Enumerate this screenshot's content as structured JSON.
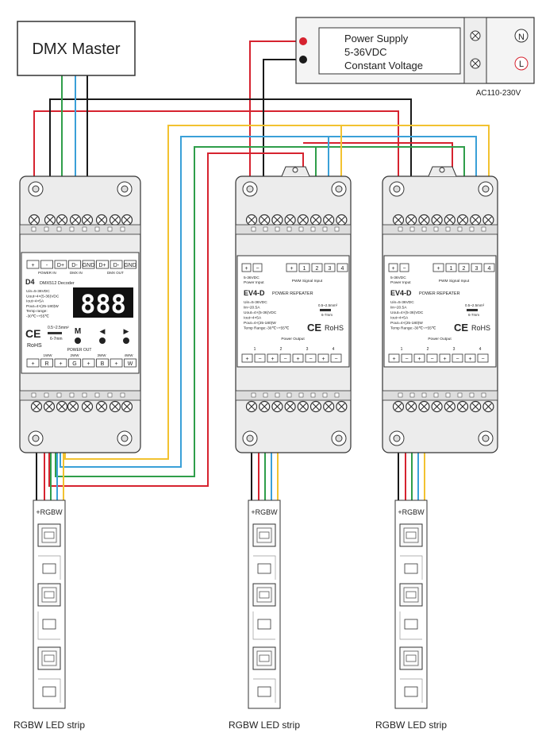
{
  "colors": {
    "red": "#d6232f",
    "black": "#1a1a1a",
    "green": "#2f9e4a",
    "blue": "#3aa0d8",
    "yellow": "#f2c230",
    "body": "#ececec",
    "outline": "#333333"
  },
  "dmx_master": {
    "label": "DMX Master"
  },
  "power_supply": {
    "line1": "Power Supply",
    "line2": "5-36VDC",
    "line3": "Constant Voltage",
    "terminal_n": "N",
    "terminal_l": "L",
    "ac_label": "AC110-230V"
  },
  "decoder": {
    "top_labels": [
      "+",
      "-",
      "D+",
      "D-",
      "GND",
      "D+",
      "D-",
      "GND"
    ],
    "power_in": "POWER IN",
    "dmx_in": "DMX IN",
    "dmx_out": "DMX OUT",
    "model": "D4",
    "model_desc": "DMX512 Decoder",
    "display": "888",
    "specs": [
      "Uin=5-36VDC",
      "Uout=4×(5-36)VDC",
      "Iout=4×5A",
      "Pout=4×(25-180)W",
      "Temp range:",
      "-30℃~+55℃"
    ],
    "ce": "CE",
    "rohs": "RoHS",
    "wire_spec": "0.5~2.5mm²",
    "strip_len": "6-7mm",
    "buttons": [
      "M",
      "◀",
      "▶"
    ],
    "power_out": "POWER OUT",
    "channels": [
      "1WW",
      "2WW",
      "3WW",
      "4WW"
    ],
    "bottom_labels": [
      "+",
      "R",
      "+",
      "G",
      "+",
      "B",
      "+",
      "W"
    ]
  },
  "repeaters": [
    {
      "power_labels": [
        "+",
        "−"
      ],
      "power_input": "5-36VDC",
      "power_input2": "Power Input",
      "pwm_labels": [
        "+",
        "1",
        "2",
        "3",
        "4"
      ],
      "pwm_input": "PWM Signal Input",
      "model": "EV4-D",
      "model_desc": "POWER REPEATER",
      "specs": [
        "Uin=5-36VDC",
        "Iin=20.5A",
        "Uout=4×(5-36)VDC",
        "Iout=4×5A",
        "Pout=4×(25-180)W",
        "Temp Range:-30℃~+55℃"
      ],
      "wire_spec": "0.5~2.5mm²",
      "strip_len": "6-7mm",
      "ce": "CE",
      "rohs": "RoHS",
      "power_output": "Power Output",
      "out_channels": [
        "1",
        "2",
        "3",
        "4"
      ],
      "out_labels": [
        "+",
        "−",
        "+",
        "−",
        "+",
        "−",
        "+",
        "−"
      ]
    },
    {
      "power_labels": [
        "+",
        "−"
      ],
      "power_input": "5-36VDC",
      "power_input2": "Power Input",
      "pwm_labels": [
        "+",
        "1",
        "2",
        "3",
        "4"
      ],
      "pwm_input": "PWM Signal Input",
      "model": "EV4-D",
      "model_desc": "POWER REPEATER",
      "specs": [
        "Uin=5-36VDC",
        "Iin=20.5A",
        "Uout=4×(5-36)VDC",
        "Iout=4×5A",
        "Pout=4×(25-180)W",
        "Temp Range:-30℃~+55℃"
      ],
      "wire_spec": "0.5~2.5mm²",
      "strip_len": "6-7mm",
      "ce": "CE",
      "rohs": "RoHS",
      "power_output": "Power Output",
      "out_channels": [
        "1",
        "2",
        "3",
        "4"
      ],
      "out_labels": [
        "+",
        "−",
        "+",
        "−",
        "+",
        "−",
        "+",
        "−"
      ]
    }
  ],
  "strips": [
    {
      "pins": "+RGBW",
      "label": "RGBW LED strip"
    },
    {
      "pins": "+RGBW",
      "label": "RGBW LED strip"
    },
    {
      "pins": "+RGBW",
      "label": "RGBW LED strip"
    }
  ]
}
